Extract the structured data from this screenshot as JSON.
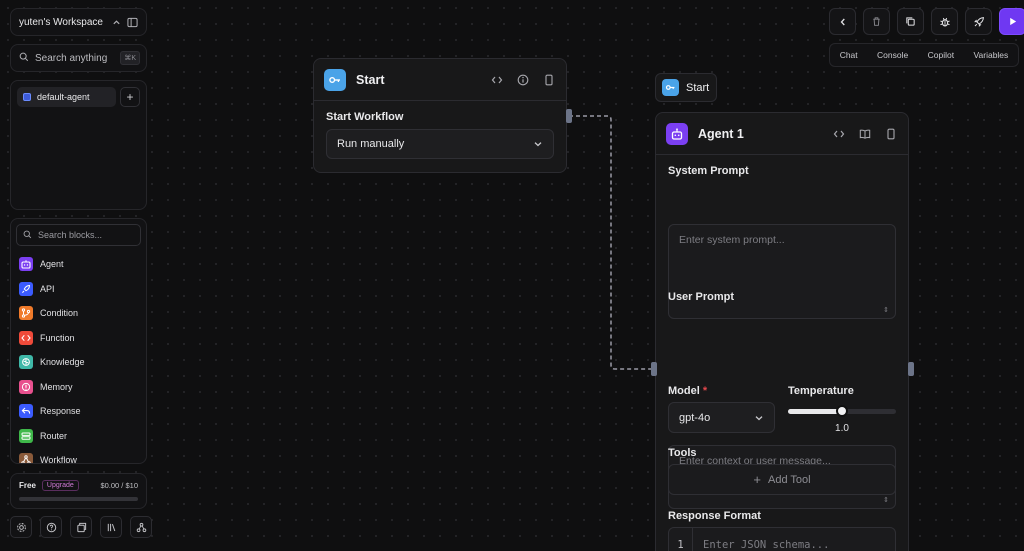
{
  "workspace": {
    "name": "yuten's Workspace"
  },
  "search": {
    "placeholder": "Search anything",
    "shortcut": "⌘K"
  },
  "agents": {
    "items": [
      {
        "label": "default-agent"
      }
    ],
    "add_label": "+"
  },
  "blocks": {
    "search_placeholder": "Search blocks...",
    "items": [
      {
        "label": "Agent",
        "icon": "robot-icon",
        "color": "#7b3ff2"
      },
      {
        "label": "API",
        "icon": "rocket-icon",
        "color": "#3b5bff"
      },
      {
        "label": "Condition",
        "icon": "branch-icon",
        "color": "#f07a2a"
      },
      {
        "label": "Function",
        "icon": "code-icon",
        "color": "#ef4a3a"
      },
      {
        "label": "Knowledge",
        "icon": "brain-icon",
        "color": "#3fb8a8"
      },
      {
        "label": "Memory",
        "icon": "memory-icon",
        "color": "#e8508e"
      },
      {
        "label": "Response",
        "icon": "reply-icon",
        "color": "#3b5bff"
      },
      {
        "label": "Router",
        "icon": "router-icon",
        "color": "#3fb84a"
      },
      {
        "label": "Workflow",
        "icon": "workflow-icon",
        "color": "#8a5a3a"
      }
    ]
  },
  "plan": {
    "tier": "Free",
    "upgrade": "Upgrade",
    "usage": "$0.00 / $10"
  },
  "toolbar": {
    "tabs": [
      "Chat",
      "Console",
      "Copilot",
      "Variables"
    ],
    "run_color": "#6f38f2"
  },
  "start_block": {
    "title": "Start",
    "field_label": "Start Workflow",
    "field_value": "Run manually",
    "icon_color": "#4aa3e8"
  },
  "start_tag": {
    "label": "Start"
  },
  "agent_block": {
    "title": "Agent 1",
    "icon_color": "#7b3ff2",
    "system_prompt_label": "System Prompt",
    "system_prompt_placeholder": "Enter system prompt...",
    "user_prompt_label": "User Prompt",
    "user_prompt_placeholder": "Enter context or user message...",
    "model_label": "Model",
    "required_mark": "*",
    "model_value": "gpt-4o",
    "temperature_label": "Temperature",
    "temperature_value": "1.0",
    "temperature_fraction": 0.5,
    "tools_label": "Tools",
    "add_tool_label": "Add Tool",
    "response_format_label": "Response Format",
    "response_line_number": "1",
    "response_placeholder": "Enter JSON schema..."
  }
}
